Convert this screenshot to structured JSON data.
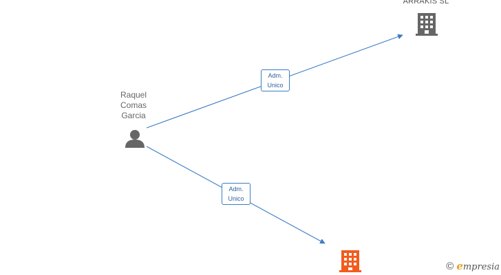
{
  "nodes": {
    "person": {
      "name_lines": [
        "Raquel",
        "Comas",
        "Garcia"
      ],
      "icon": "person-icon"
    },
    "company_top": {
      "name": "ARRAKIS  SL",
      "icon": "building-icon",
      "color": "#666666"
    },
    "company_bottom": {
      "name": "",
      "icon": "building-icon",
      "color": "#f25c1e"
    }
  },
  "edges": [
    {
      "from": "person",
      "to": "company_top",
      "label_lines": [
        "Adm.",
        "Unico"
      ]
    },
    {
      "from": "person",
      "to": "company_bottom",
      "label_lines": [
        "Adm.",
        "Unico"
      ]
    }
  ],
  "colors": {
    "edge": "#3a7cc4",
    "person": "#666666"
  },
  "watermark": {
    "copyright": "©",
    "brand_initial": "e",
    "brand_rest": "mpresia"
  }
}
